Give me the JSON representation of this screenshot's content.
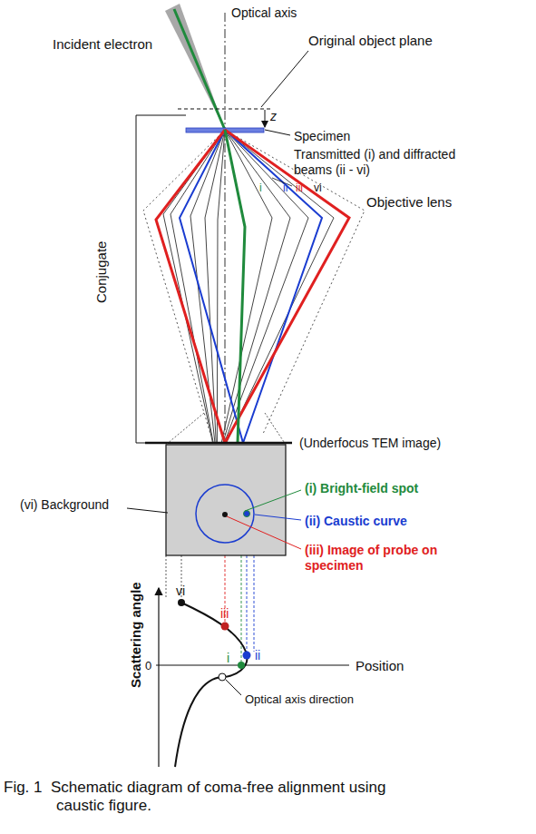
{
  "diagram": {
    "caption": "Fig. 1  Schematic diagram of coma-free alignment using caustic figure.",
    "labels": [
      "Optical axis",
      "Incident electron",
      "Original object plane",
      "z",
      "Specimen",
      "Transmitted (i) and diffracted beams (ii - vi)",
      "i",
      "ii",
      "iii",
      "vi",
      "Objective lens",
      "Conjugate",
      "(Underfocus TEM image)",
      "(vi) Background",
      "(i) Bright-field spot",
      "(ii) Caustic curve",
      "(iii) Image of probe on specimen",
      "vi",
      "iii",
      "ii",
      "i",
      "Scattering angle",
      "0",
      "Position",
      "Optical axis direction"
    ]
  }
}
